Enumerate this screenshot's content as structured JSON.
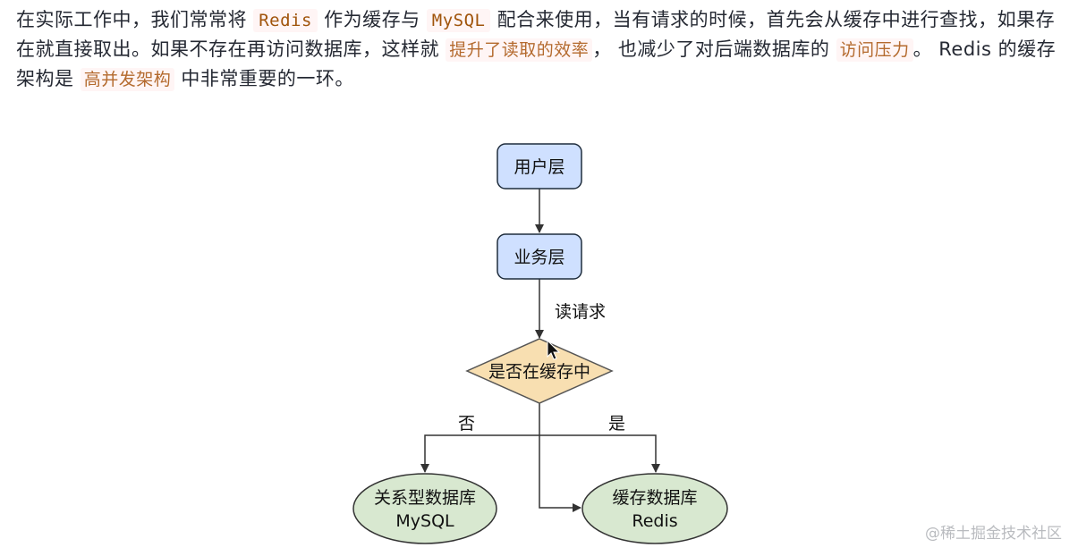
{
  "article": {
    "p1": "在实际工作中，我们常常将 ",
    "code1": "Redis",
    "p2": " 作为缓存与 ",
    "code2": "MySQL",
    "p3": " 配合来使用，当有请求的时候，首先会从缓存中进行查找，如果存在就直接取出。如果不存在再访问数据库，这样就 ",
    "hl1": "提升了读取的效率",
    "p4": "， 也减少了对后端数据库的 ",
    "hl2": "访问压力",
    "p5": "。 Redis 的缓存架构是 ",
    "hl3": "高并发架构",
    "p6": " 中非常重要的一环。"
  },
  "diagram": {
    "nodes": {
      "user_layer": "用户层",
      "business_layer": "业务层",
      "decision": "是否在缓存中",
      "mysql_line1": "关系型数据库",
      "mysql_line2": "MySQL",
      "redis_line1": "缓存数据库",
      "redis_line2": "Redis"
    },
    "edges": {
      "read_request": "读请求",
      "no": "否",
      "yes": "是"
    },
    "colors": {
      "blue_fill": "#cfe0ff",
      "blue_stroke": "#1f2d3d",
      "diamond_fill": "#f8dfb1",
      "ellipse_fill": "#d8e8d0",
      "line": "#333333"
    }
  },
  "watermark": "@稀土掘金技术社区"
}
